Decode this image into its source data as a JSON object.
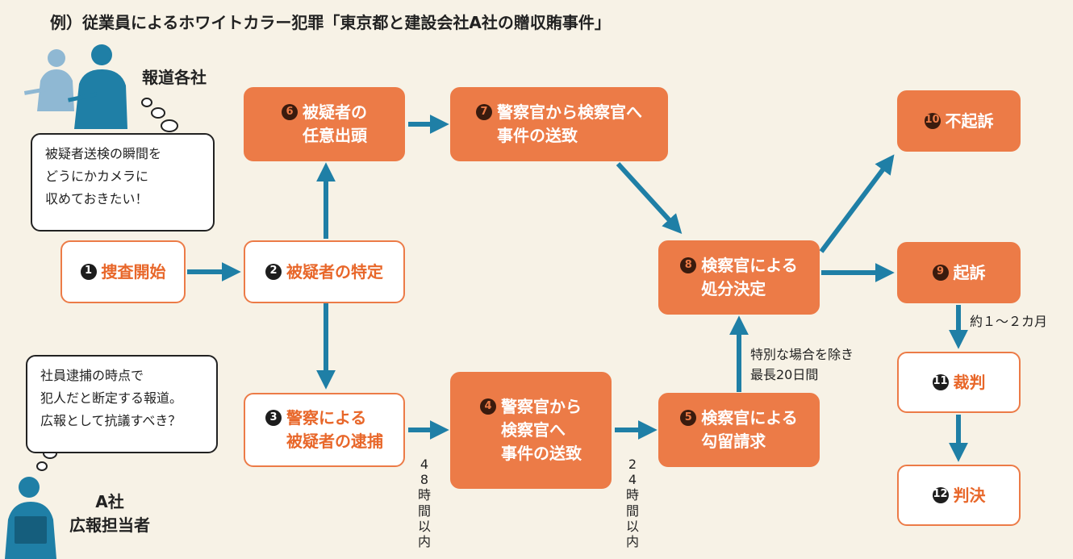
{
  "title": "例）従業員によるホワイトカラー犯罪「東京都と建設会社A社の贈収賄事件」",
  "press": {
    "label": "報道各社",
    "bubble_lines": [
      "被疑者送検の瞬間を",
      "どうにかカメラに",
      "収めておきたい！"
    ]
  },
  "company": {
    "label_lines": [
      "A社",
      "広報担当者"
    ],
    "bubble_lines": [
      "社員逮捕の時点で",
      "犯人だと断定する報道。",
      "広報として抗議すべき？"
    ]
  },
  "steps": [
    {
      "num": "1",
      "lines": [
        "捜査開始"
      ]
    },
    {
      "num": "2",
      "lines": [
        "被疑者の特定"
      ]
    },
    {
      "num": "3",
      "lines": [
        "警察による",
        "被疑者の逮捕"
      ]
    },
    {
      "num": "4",
      "lines": [
        "警察官から",
        "検察官へ",
        "事件の送致"
      ]
    },
    {
      "num": "5",
      "lines": [
        "検察官による",
        "勾留請求"
      ]
    },
    {
      "num": "6",
      "lines": [
        "被疑者の",
        "任意出頭"
      ]
    },
    {
      "num": "7",
      "lines": [
        "警察官から検察官へ",
        "事件の送致"
      ]
    },
    {
      "num": "8",
      "lines": [
        "検察官による",
        "処分決定"
      ]
    },
    {
      "num": "9",
      "lines": [
        "起訴"
      ]
    },
    {
      "num": "10",
      "lines": [
        "不起訴"
      ]
    },
    {
      "num": "11",
      "lines": [
        "裁判"
      ]
    },
    {
      "num": "12",
      "lines": [
        "判決"
      ]
    }
  ],
  "notes": {
    "within_48h": "48時間以内",
    "within_24h": "24時間以内",
    "detention": [
      "特別な場合を除き",
      "最長20日間"
    ],
    "months": "約１〜２カ月"
  },
  "colors": {
    "accent": "#ec7b47",
    "arrow": "#1f7fa6",
    "background": "#f7f2e6"
  }
}
